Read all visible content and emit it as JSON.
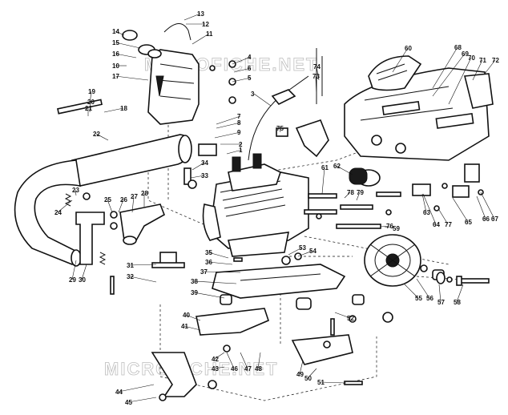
{
  "watermarks": [
    "MICROFICHE.NET",
    "MICROFICHE.NET"
  ],
  "callouts": [
    "1",
    "2",
    "3",
    "4",
    "5",
    "6",
    "7",
    "8",
    "9",
    "10",
    "11",
    "12",
    "13",
    "14",
    "15",
    "16",
    "17",
    "18",
    "19",
    "20",
    "21",
    "22",
    "23",
    "24",
    "25",
    "26",
    "27",
    "28",
    "29",
    "30",
    "31",
    "32",
    "33",
    "34",
    "35",
    "36",
    "37",
    "38",
    "39",
    "40",
    "41",
    "42",
    "43",
    "44",
    "45",
    "46",
    "47",
    "48",
    "49",
    "50",
    "51",
    "52",
    "53",
    "54",
    "55",
    "56",
    "57",
    "58",
    "59",
    "60",
    "61",
    "62",
    "63",
    "64",
    "65",
    "66",
    "67",
    "68",
    "69",
    "70",
    "71",
    "72",
    "73",
    "74",
    "75",
    "76",
    "77",
    "78",
    "79"
  ]
}
